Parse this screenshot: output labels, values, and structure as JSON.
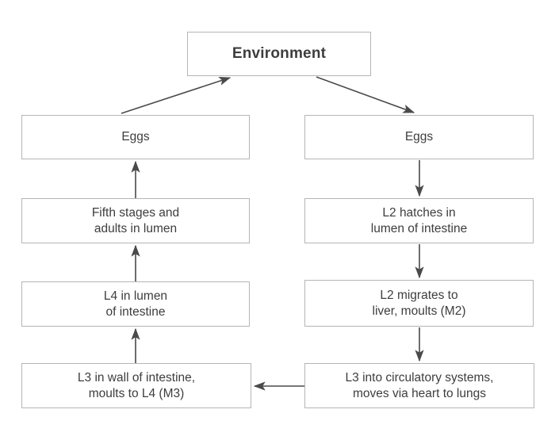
{
  "diagram": {
    "background_color": "#ffffff",
    "box_border_color": "#b5b5b5",
    "text_color": "#3d3d3d",
    "arrow_color": "#4a4a4a",
    "nodes": {
      "environment": {
        "label": "Environment"
      },
      "eggs_left": {
        "label": "Eggs"
      },
      "fifth_stages": {
        "label": "Fifth stages and\nadults in lumen"
      },
      "l4_lumen": {
        "label": "L4 in lumen\nof intestine"
      },
      "l3_wall": {
        "label": "L3 in wall of intestine,\nmoults to L4 (M3)"
      },
      "eggs_right": {
        "label": "Eggs"
      },
      "l2_hatches": {
        "label": "L2 hatches in\nlumen of intestine"
      },
      "l2_migrates": {
        "label": "L2 migrates to\nliver, moults (M2)"
      },
      "l3_circulatory": {
        "label": "L3 into circulatory systems,\nmoves via heart to lungs"
      }
    },
    "edges": [
      {
        "from": "eggs_left",
        "to": "environment"
      },
      {
        "from": "environment",
        "to": "eggs_right"
      },
      {
        "from": "eggs_right",
        "to": "l2_hatches"
      },
      {
        "from": "l2_hatches",
        "to": "l2_migrates"
      },
      {
        "from": "l2_migrates",
        "to": "l3_circulatory"
      },
      {
        "from": "l3_circulatory",
        "to": "l3_wall"
      },
      {
        "from": "l3_wall",
        "to": "l4_lumen"
      },
      {
        "from": "l4_lumen",
        "to": "fifth_stages"
      },
      {
        "from": "fifth_stages",
        "to": "eggs_left"
      }
    ]
  }
}
